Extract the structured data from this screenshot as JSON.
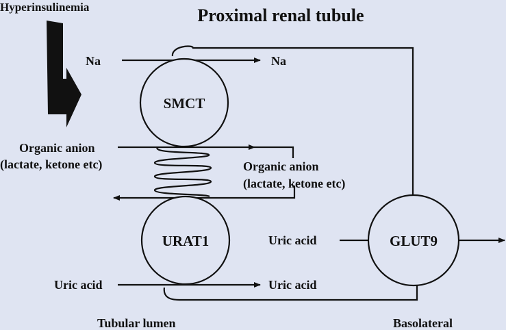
{
  "title": "Proximal renal tubule",
  "hyperinsulinemia": "Hyperinsulinemia",
  "transporters": {
    "smct": "SMCT",
    "urat1": "URAT1",
    "glut9": "GLUT9"
  },
  "labels": {
    "na_in": "Na",
    "na_out": "Na",
    "anion_in_1": "Organic anion",
    "anion_in_2": "(lactate, ketone etc)",
    "anion_out_1": "Organic anion",
    "anion_out_2": "(lactate, ketone etc)",
    "uric_glut9": "Uric acid",
    "uric_in": "Uric acid",
    "uric_out": "Uric acid"
  },
  "footer": {
    "left": "Tubular lumen",
    "right": "Basolateral"
  },
  "colors": {
    "background": "#dfe4f2",
    "ink": "#111111"
  }
}
